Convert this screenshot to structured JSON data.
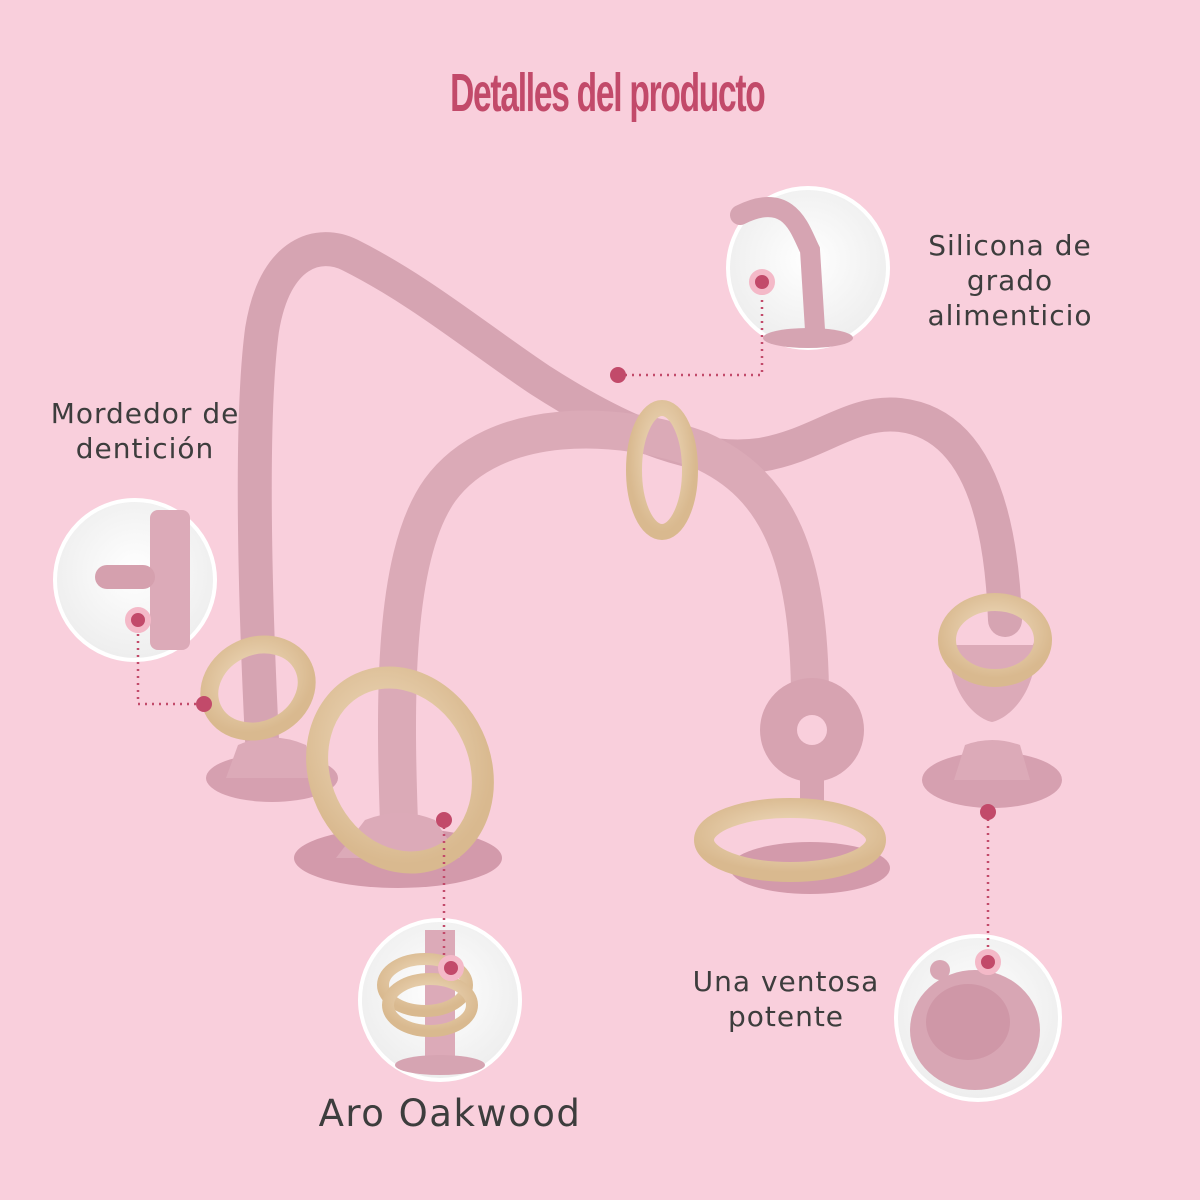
{
  "title": "Detalles del producto",
  "callouts": {
    "teether": {
      "line1": "Mordedor de",
      "line2": "dentición"
    },
    "silicone": {
      "line1": "Silicona de",
      "line2": "grado",
      "line3": "alimenticio"
    },
    "suction": {
      "line1": "Una ventosa",
      "line2": "potente"
    },
    "oak": {
      "text": "Aro Oakwood"
    }
  },
  "colors": {
    "background": "#f9cfdc",
    "title": "#c24a6a",
    "silicone": "#d8a7b4",
    "wood": "#e7cfae",
    "marker": "#c24a6a",
    "text": "#3d3d3d"
  }
}
